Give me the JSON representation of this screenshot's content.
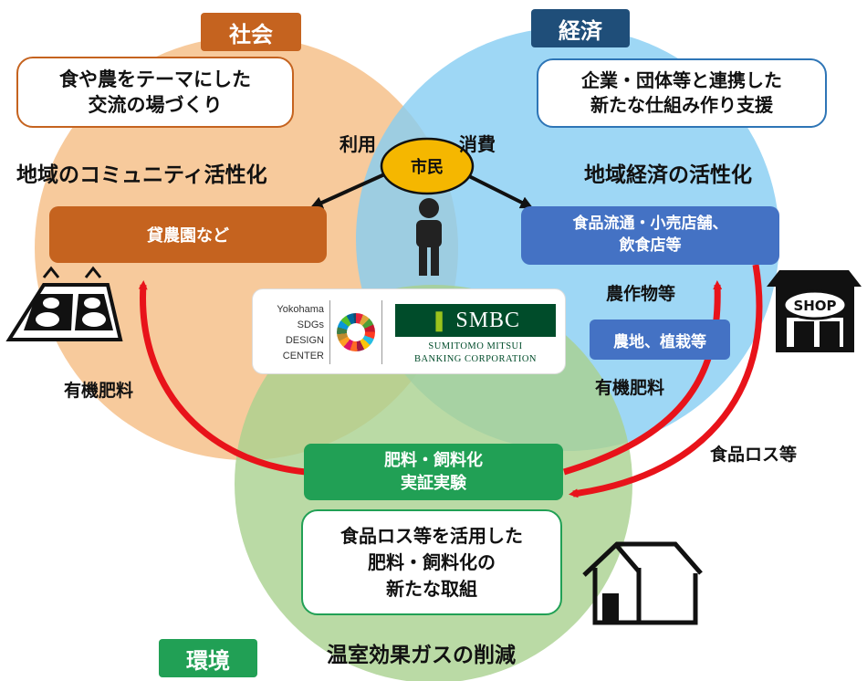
{
  "circles": {
    "society": {
      "label": "社会",
      "color": "#f6c491"
    },
    "economy": {
      "label": "経済",
      "color": "#86cdf3"
    },
    "environment": {
      "label": "環境",
      "color": "#b7d89c"
    }
  },
  "society": {
    "theme_box": "食や農をテーマにした\n交流の場づくり",
    "goal": "地域のコミュニティ活性化",
    "entity_box": "貸農園など"
  },
  "economy": {
    "theme_box": "企業・団体等と連携した\n新たな仕組み作り支援",
    "goal": "地域経済の活性化",
    "entity_box": "食品流通・小売店舗、\n飲食店等",
    "farm_box": "農地、植栽等"
  },
  "environment": {
    "theme_box": "食品ロス等を活用した\n肥料・飼料化の\n新たな取組",
    "process_box": "肥料・飼料化\n実証実験",
    "goal": "温室効果ガスの削減"
  },
  "citizen": {
    "label": "市民",
    "use": "利用",
    "consume": "消費"
  },
  "flows": {
    "organic_fertilizer_left": "有機肥料",
    "organic_fertilizer_right": "有機肥料",
    "crops": "農作物等",
    "food_loss": "食品ロス等"
  },
  "logos": {
    "yokohama": [
      "Yokohama",
      "SDGs",
      "DESIGN",
      "CENTER"
    ],
    "smbc": "SMBC",
    "smbc_full": [
      "SUMITOMO MITSUI",
      "BANKING CORPORATION"
    ],
    "shop": "SHOP"
  },
  "colors": {
    "society_tag": "#c5631f",
    "economy_tag": "#1f4e79",
    "environment_tag": "#21a055",
    "society_entity": "#c5631f",
    "economy_entity": "#4472c4",
    "process": "#21a055",
    "arrow": "#e8131a",
    "citizen": "#f5b700",
    "smbc_green": "#004c2a"
  }
}
